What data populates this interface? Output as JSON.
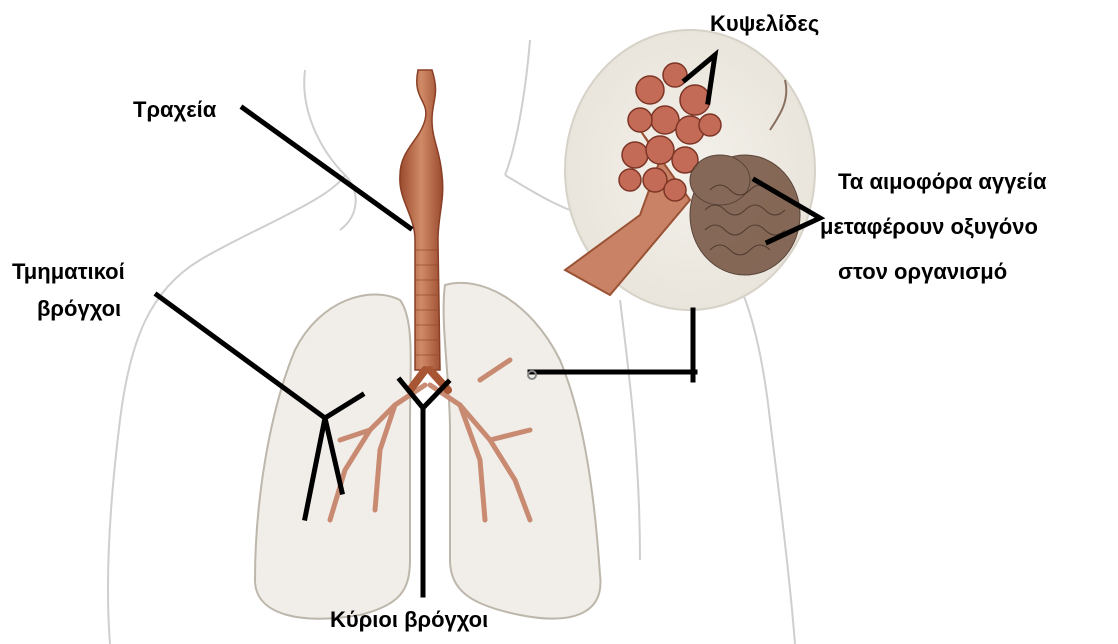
{
  "labels": {
    "trachea": "Τραχεία",
    "alveoli": "Κυψελίδες",
    "segmental_bronchi_line1": "Τμηματικοί",
    "segmental_bronchi_line2": "βρόγχοι",
    "blood_vessels_line1": "Τα αιμοφόρα αγγεία",
    "blood_vessels_line2": "μεταφέρουν οξυγόνο",
    "blood_vessels_line3": "στον οργανισμό",
    "main_bronchi": "Κύριοι βρόγχοι"
  },
  "colors": {
    "label_text": "#000000",
    "leader_line": "#000000",
    "body_outline": "#c9c9c9",
    "lung_fill": "#f1eee9",
    "lung_outline": "#bdb6ab",
    "trachea": "#b5613f",
    "bronchi": "#c98a72",
    "alveoli": "#c46b58",
    "capillaries": "#6e5244",
    "inset_fill": "#f2efe8"
  }
}
